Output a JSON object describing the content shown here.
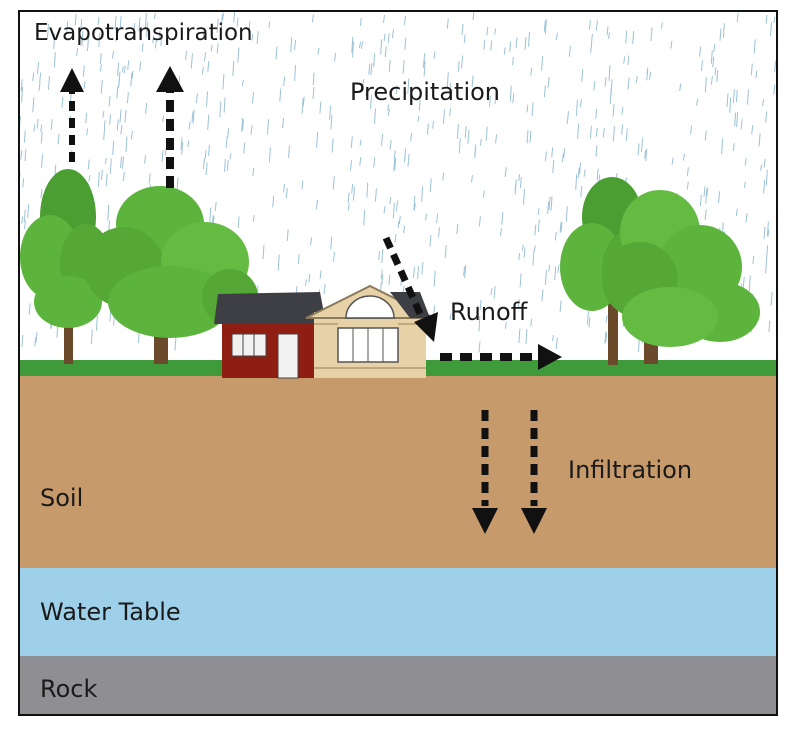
{
  "labels": {
    "evapotranspiration": "Evapotranspiration",
    "precipitation": "Precipitation",
    "runoff": "Runoff",
    "infiltration": "Infiltration",
    "soil": "Soil",
    "water_table": "Water Table",
    "rock": "Rock"
  },
  "colors": {
    "sky": "#ffffff",
    "rain": "#9cc2d8",
    "grass": "#3f9a3a",
    "soil": "#c79a6b",
    "water_table": "#9fd0ea",
    "rock": "#8f8e92",
    "tree_foliage": "#5cb43c",
    "tree_trunk": "#6b4a2b",
    "house_wall": "#8e1e12",
    "house_siding": "#e6d2a6",
    "roof": "#3d3f44",
    "arrow": "#111111"
  }
}
